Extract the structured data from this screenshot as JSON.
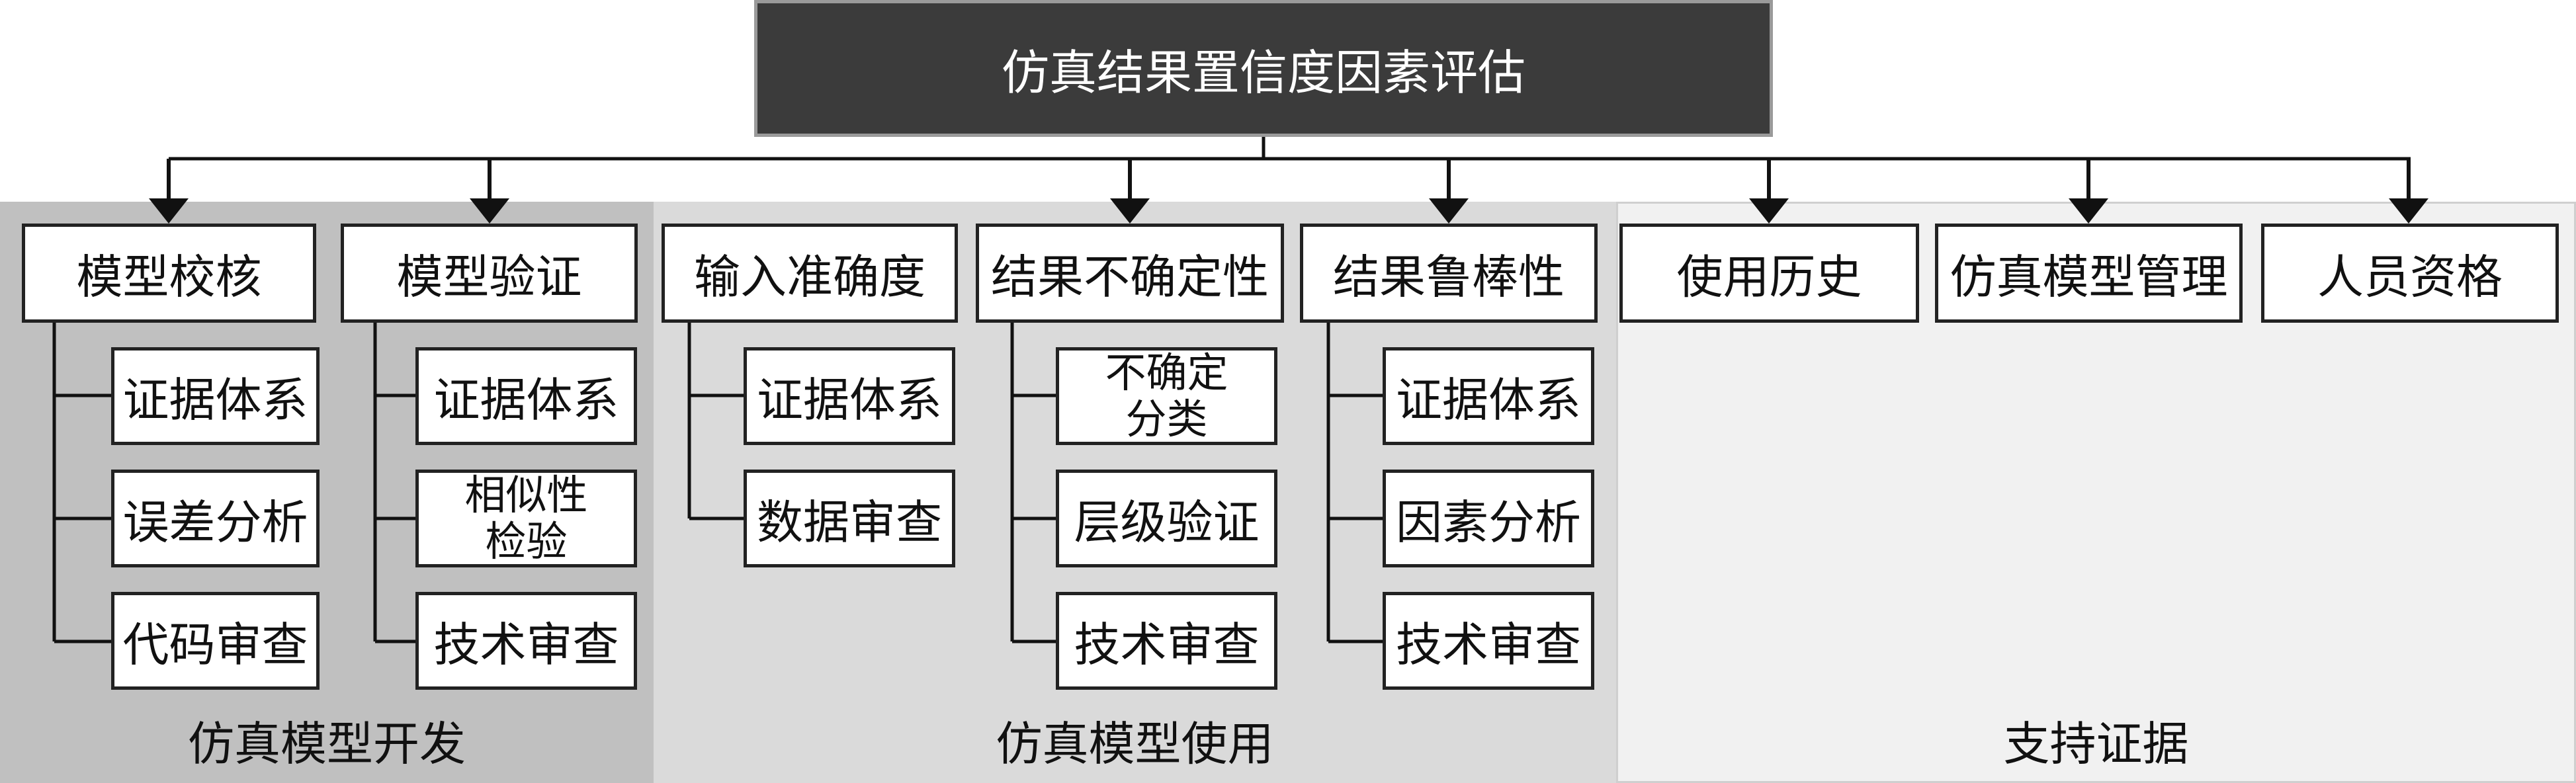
{
  "root": {
    "label": "仿真结果置信度因素评估"
  },
  "groups": {
    "development": {
      "label": "仿真模型开发"
    },
    "usage": {
      "label": "仿真模型使用"
    },
    "support": {
      "label": "支持证据"
    }
  },
  "nodes": {
    "model_verification": {
      "label": "模型校核",
      "children": [
        "证据体系",
        "误差分析",
        "代码审查"
      ]
    },
    "model_validation": {
      "label": "模型验证",
      "children": [
        "证据体系",
        [
          "相似性",
          "检验"
        ],
        "技术审查"
      ]
    },
    "input_accuracy": {
      "label": "输入准确度",
      "children": [
        "证据体系",
        "数据审查"
      ]
    },
    "result_uncertainty": {
      "label": "结果不确定性",
      "children": [
        [
          "不确定",
          "分类"
        ],
        "层级验证",
        "技术审查"
      ]
    },
    "result_robustness": {
      "label": "结果鲁棒性",
      "children": [
        "证据体系",
        "因素分析",
        "技术审查"
      ]
    },
    "usage_history": {
      "label": "使用历史"
    },
    "sim_model_management": {
      "label": "仿真模型管理"
    },
    "personnel_qualification": {
      "label": "人员资格"
    }
  },
  "colors": {
    "root_fill": "#3b3b3b",
    "development_panel": "#c0c0c0",
    "usage_panel": "#dadada",
    "support_panel": "#f1f1f1",
    "line": "#111111"
  }
}
